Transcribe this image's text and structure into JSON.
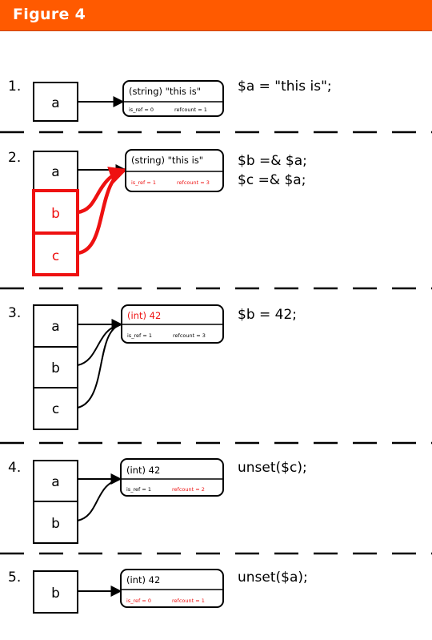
{
  "header": {
    "title": "Figure 4"
  },
  "steps": [
    {
      "number": "1.",
      "vars": [
        "a"
      ],
      "zval": {
        "type": "(string) \"this is\"",
        "is_ref": "is_ref = 0",
        "refcount": "refcount = 1"
      },
      "code": [
        "$a = \"this is\";"
      ]
    },
    {
      "number": "2.",
      "vars": [
        "a",
        "b",
        "c"
      ],
      "zval": {
        "type": "(string) \"this is\"",
        "is_ref": "is_ref = 1",
        "refcount": "refcount = 3"
      },
      "code": [
        "$b =& $a;",
        "$c =& $a;"
      ]
    },
    {
      "number": "3.",
      "vars": [
        "a",
        "b",
        "c"
      ],
      "zval": {
        "type": "(int) 42",
        "is_ref": "is_ref = 1",
        "refcount": "refcount = 3"
      },
      "code": [
        "$b = 42;"
      ]
    },
    {
      "number": "4.",
      "vars": [
        "a",
        "b"
      ],
      "zval": {
        "type": "(int) 42",
        "is_ref": "is_ref = 1",
        "refcount": "refcount = 2"
      },
      "code": [
        "unset($c);"
      ]
    },
    {
      "number": "5.",
      "vars": [
        "b"
      ],
      "zval": {
        "type": "(int) 42",
        "is_ref": "is_ref = 0",
        "refcount": "refcount = 1"
      },
      "code": [
        "unset($a);"
      ]
    }
  ],
  "colors": {
    "header": "#ff5a00",
    "highlight": "#ee1111",
    "ink": "#000000"
  }
}
